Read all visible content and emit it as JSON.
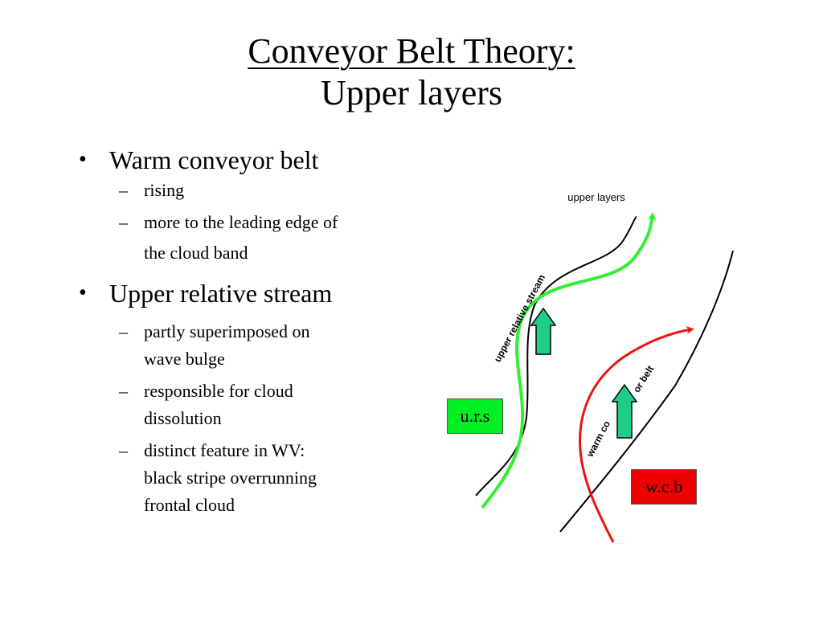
{
  "title": {
    "line1": "Conveyor Belt Theory:",
    "line2": "Upper layers"
  },
  "bullets": [
    {
      "text": "Warm conveyor belt",
      "subs": [
        "rising",
        "more to the leading edge of",
        "the cloud band"
      ]
    },
    {
      "text": "Upper relative stream",
      "subs": [
        "partly superimposed on",
        "wave bulge",
        "responsible for cloud",
        "dissolution",
        "distinct feature in WV:",
        "black stripe overrunning",
        "frontal cloud"
      ]
    }
  ],
  "diagram": {
    "top_label": "upper layers",
    "stream_label": "upper relative stream",
    "belt_label_part1": "warm co",
    "belt_label_part2": "or belt",
    "urs_box": "u.r.s",
    "wcb_box": "w.c.b",
    "colors": {
      "green_line": "#33ee33",
      "red_line": "#ee1111",
      "arrow_fill": "#1fcc88",
      "urs_box": "#00ee22",
      "wcb_box": "#ee0000"
    }
  }
}
